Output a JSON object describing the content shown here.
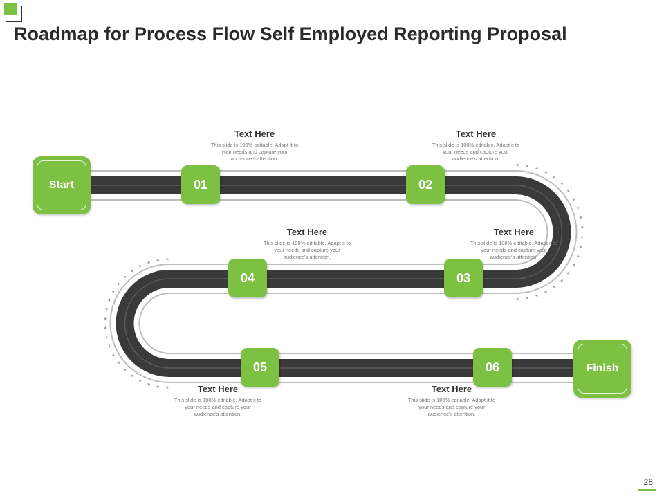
{
  "slide": {
    "title": "Roadmap for Process Flow Self Employed Reporting Proposal",
    "page_number": "28",
    "accent_color": "#7cc142",
    "road_color": "#3a3a3a"
  },
  "start_label": "Start",
  "finish_label": "Finish",
  "steps": [
    {
      "num": "01",
      "heading": "Text Here",
      "body": "This slide is 100% editable. Adapt it to your needs and capture your audience's attention."
    },
    {
      "num": "02",
      "heading": "Text Here",
      "body": "This slide is 100% editable. Adapt it to your needs and capture your audience's attention."
    },
    {
      "num": "03",
      "heading": "Text Here",
      "body": "This slide is 100% editable. Adapt it to your needs and capture your audience's attention."
    },
    {
      "num": "04",
      "heading": "Text Here",
      "body": "This slide is 100% editable. Adapt it to your needs and capture your audience's attention."
    },
    {
      "num": "05",
      "heading": "Text Here",
      "body": "This slide is 100% editable. Adapt it to your needs and capture your audience's attention."
    },
    {
      "num": "06",
      "heading": "Text Here",
      "body": "This slide is 100% editable. Adapt it to your needs and capture your audience's attention."
    }
  ]
}
